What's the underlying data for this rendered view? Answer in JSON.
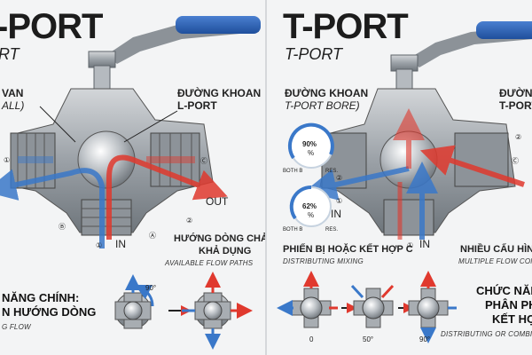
{
  "left": {
    "title": "-PORT",
    "subtitle": "RT",
    "label_van_line1": "VAN",
    "label_van_line2": "ALL)",
    "label_bore_line1": "ĐƯỜNG KHOAN",
    "label_bore_line2": "L-PORT",
    "flow_in": "IN",
    "flow_out": "OUT",
    "flow_out_left": "",
    "paths_line1": "HƯỚNG DÒNG CHẢY",
    "paths_line2": "KHẢ DỤNG",
    "paths_en": "AVAILABLE FLOW PATHS",
    "func_line1": "NĂNG CHÍNH:",
    "func_line2": "N HƯỚNG DÒNG",
    "func_en": "G FLOW",
    "angle": "90°",
    "markers": [
      "①",
      "Ⓑ",
      "Ⓒ",
      "Ⓐ",
      "②",
      "①"
    ]
  },
  "right": {
    "title": "T-PORT",
    "subtitle": "T-PORT",
    "bore_line1": "ĐƯỜNG KHOAN",
    "bore_line2": "T-PORT BORE)",
    "top_right_line1": "ĐƯỜNG",
    "top_right_line2": "T-PORT",
    "gauge1_value": "90%",
    "gauge1_pct": "%",
    "gauge1_left": "BOTH B",
    "gauge1_right": "RES.",
    "gauge2_value": "62%",
    "gauge2_pct": "%",
    "gauge2_left": "BOTH B",
    "gauge2_right": "RES.",
    "flow_in_1": "IN",
    "flow_in_2": "IN",
    "mixing_line1": "PHIẾN BỊ HOẶC KẾT HỢP C",
    "mixing_en": "DISTRIBUTING MIXING",
    "multi_line1": "NHIỀU CẤU HÌNH D",
    "multi_en": "MULTIPLE FLOW CONF",
    "func_line1": "CHỨC NĂNG",
    "func_line2": "PHÂN PHỐ",
    "func_line3": "KẾT HỢ",
    "func_en": "DISTRIBUTING OR COMBIN",
    "angles": [
      "0",
      "50°",
      "90°"
    ],
    "markers": [
      "②",
      "①",
      "②",
      "Ⓒ",
      "①"
    ]
  },
  "colors": {
    "hot": "#e0392e",
    "cold": "#3a78c9",
    "handle": "#2f62b5",
    "metal": "#9aa0a6"
  }
}
